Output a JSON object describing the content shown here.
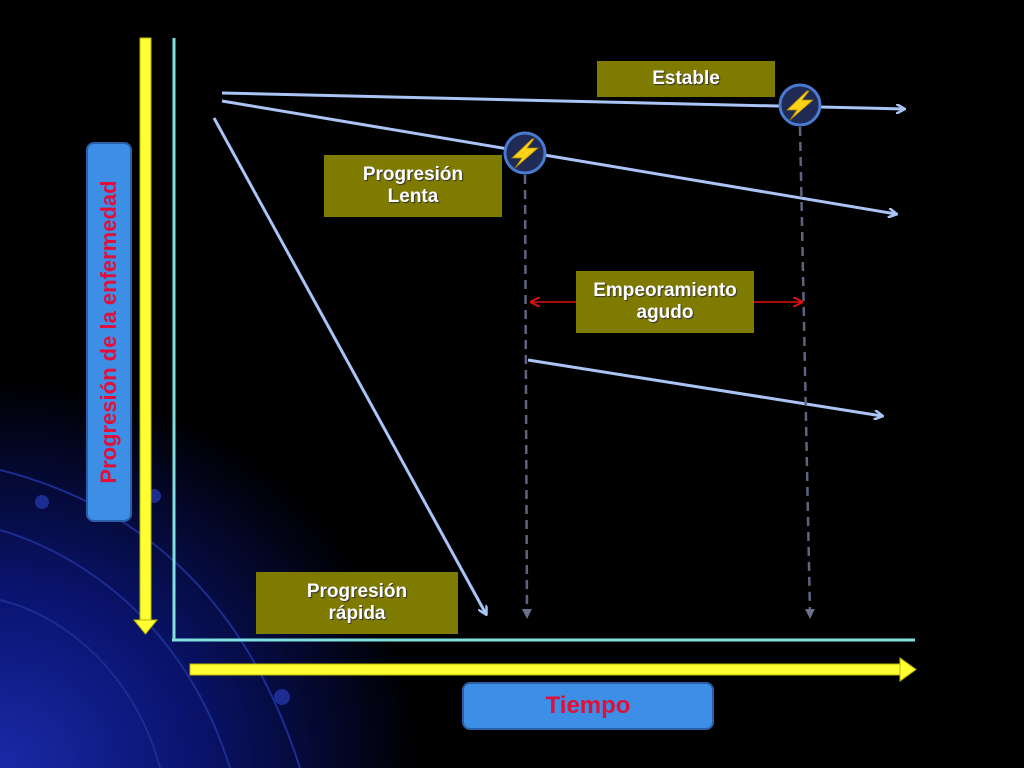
{
  "labels": {
    "y_axis": "Progresión de la enfermedad",
    "x_axis": "Tiempo",
    "stable": "Estable",
    "slow_line1": "Progresión",
    "slow_line2": "Lenta",
    "acute_line1": "Empeoramiento",
    "acute_line2": "agudo",
    "rapid_line1": "Progresión",
    "rapid_line2": "rápida"
  },
  "colors": {
    "axis_arrow": "#ffff33",
    "axis_line": "#7fe0e0",
    "trajectory": "#a9c4f5",
    "label_box": "#7f7a00",
    "label_blue": "#3d8fe6",
    "label_text_red": "#e0103a",
    "acute_arrow": "#e01010",
    "marker_fill": "#1f2a55",
    "marker_ring": "#4a7ad0"
  },
  "icons": {
    "event_marker": "lightning-bolt-icon"
  }
}
